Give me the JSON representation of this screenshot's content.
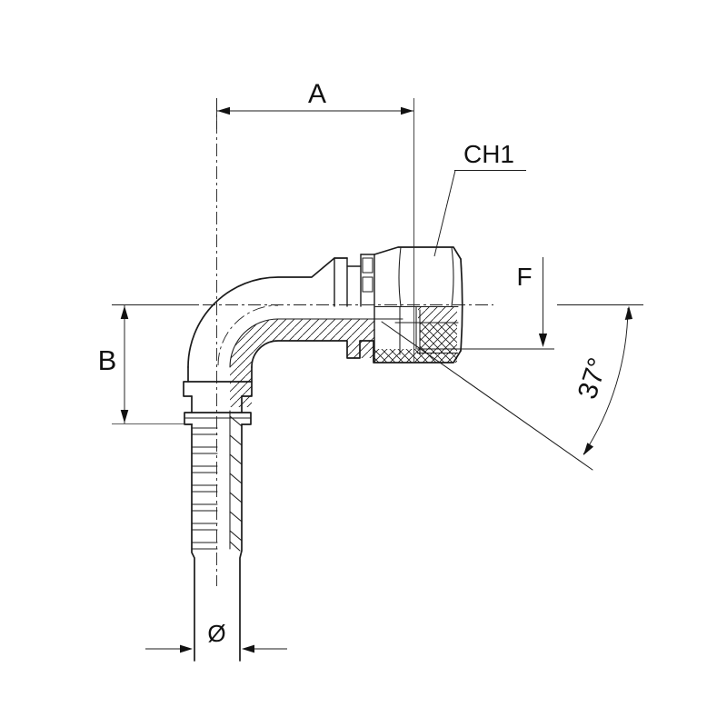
{
  "colors": {
    "background": "#ffffff",
    "line": "#1b1b1b",
    "text": "#111111"
  },
  "labels": {
    "dim_a": "A",
    "dim_b": "B",
    "chamfer": "CH1",
    "dim_f": "F",
    "flare_angle": "37°",
    "diameter": "Ø"
  }
}
